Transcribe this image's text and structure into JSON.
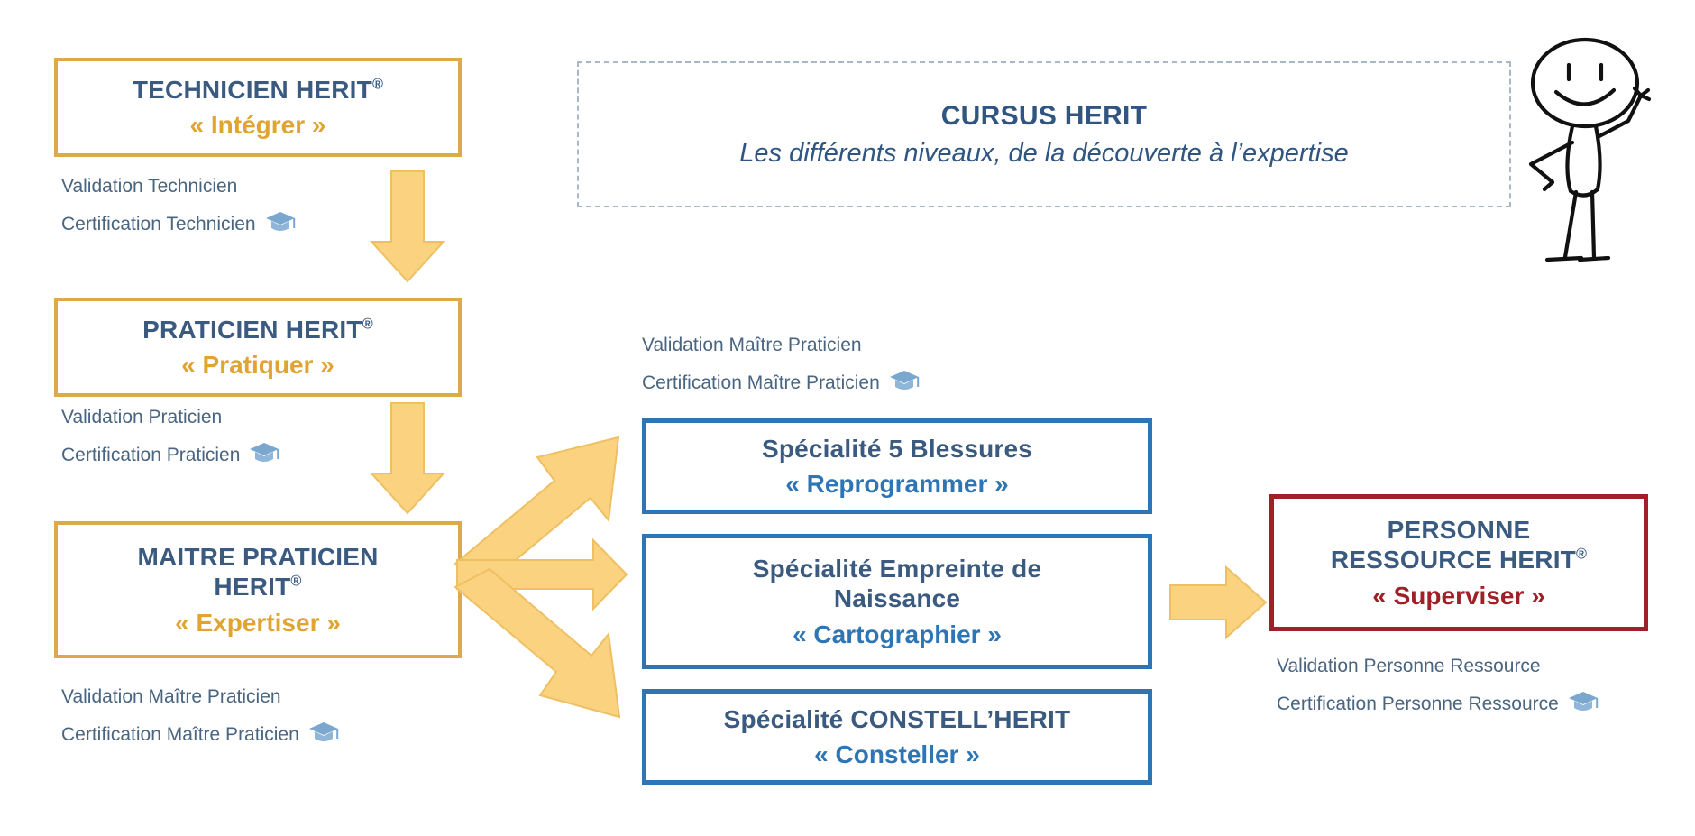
{
  "header": {
    "title": "CURSUS HERIT",
    "subtitle": "Les différents niveaux, de la découverte à l’expertise"
  },
  "colors": {
    "gold_border": "#DDA94C",
    "gold_verb": "#E0A432",
    "gold_arrow_fill": "#FBD280",
    "blue_border": "#2E75B6",
    "blue_verb": "#2E75B6",
    "dark_blue_title": "#3A5A80",
    "red_border": "#A02028",
    "red_verb": "#A02028",
    "caption_text": "#4A6580",
    "dashed_border": "#A8B8C8",
    "cap_icon": "#7BA7CE"
  },
  "levels": [
    {
      "id": "technicien",
      "title": "TECHNICIEN HERIT",
      "registered": "®",
      "verb": "« Intégrer »",
      "captions": [
        {
          "text": "Validation Technicien",
          "icon": false
        },
        {
          "text": "Certification Technicien",
          "icon": true
        }
      ]
    },
    {
      "id": "praticien",
      "title": "PRATICIEN HERIT",
      "registered": "®",
      "verb": "« Pratiquer »",
      "captions": [
        {
          "text": "Validation Praticien",
          "icon": false
        },
        {
          "text": "Certification Praticien",
          "icon": true
        }
      ]
    },
    {
      "id": "maitre-praticien",
      "title_line1": "MAITRE PRATICIEN",
      "title_line2": "HERIT",
      "registered": "®",
      "verb": "« Expertiser »",
      "captions": [
        {
          "text": "Validation Maître Praticien",
          "icon": false
        },
        {
          "text": "Certification Maître Praticien",
          "icon": true
        }
      ]
    }
  ],
  "specialty_captions": [
    {
      "text": "Validation Maître Praticien",
      "icon": false
    },
    {
      "text": "Certification Maître Praticien",
      "icon": true
    }
  ],
  "specialties": [
    {
      "id": "5-blessures",
      "title_line1": "Spécialité 5 Blessures",
      "title_line2": "",
      "verb": "« Reprogrammer »"
    },
    {
      "id": "empreinte-de-naissance",
      "title_line1": "Spécialité Empreinte de",
      "title_line2": "Naissance",
      "verb": "« Cartographier »"
    },
    {
      "id": "constell-herit",
      "title_line1": "Spécialité CONSTELL’HERIT",
      "title_line2": "",
      "verb": "« Consteller »"
    }
  ],
  "final_level": {
    "id": "personne-ressource",
    "title_line1": "PERSONNE",
    "title_line2": "RESSOURCE HERIT",
    "registered": "®",
    "verb": "« Superviser »",
    "captions": [
      {
        "text": "Validation Personne Ressource",
        "icon": false
      },
      {
        "text": "Certification Personne Ressource",
        "icon": true
      }
    ]
  },
  "icons": {
    "graduation_cap": "graduation-cap-icon",
    "stick_figure": "waving-stick-figure-illustration"
  }
}
